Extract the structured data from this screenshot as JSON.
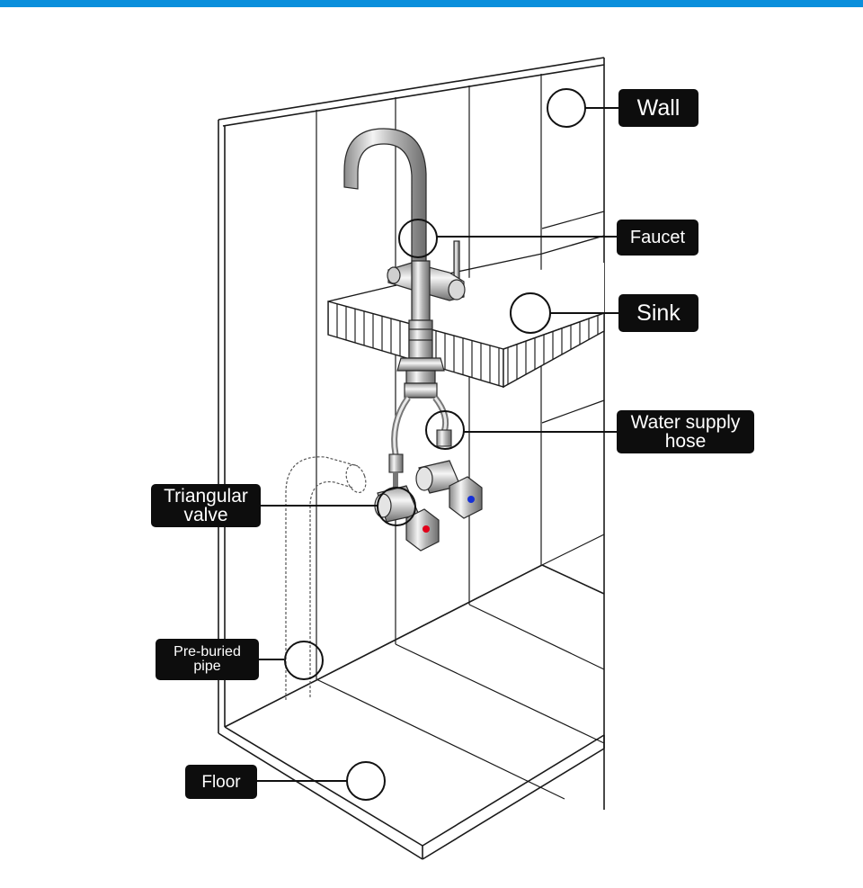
{
  "colors": {
    "top_bar": "#0a8fdc",
    "label_bg": "#0d0d0d",
    "label_text": "#ffffff",
    "line": "#1a1a1a",
    "hot": "#e2001a",
    "cold": "#1530d8",
    "chrome": "#c9c9c9"
  },
  "labels": {
    "wall": "Wall",
    "faucet": "Faucet",
    "sink": "Sink",
    "hose_line1": "Water supply",
    "hose_line2": "hose",
    "valve_line1": "Triangular",
    "valve_line2": "valve",
    "pipe_line1": "Pre-buried",
    "pipe_line2": "pipe",
    "floor": "Floor"
  }
}
